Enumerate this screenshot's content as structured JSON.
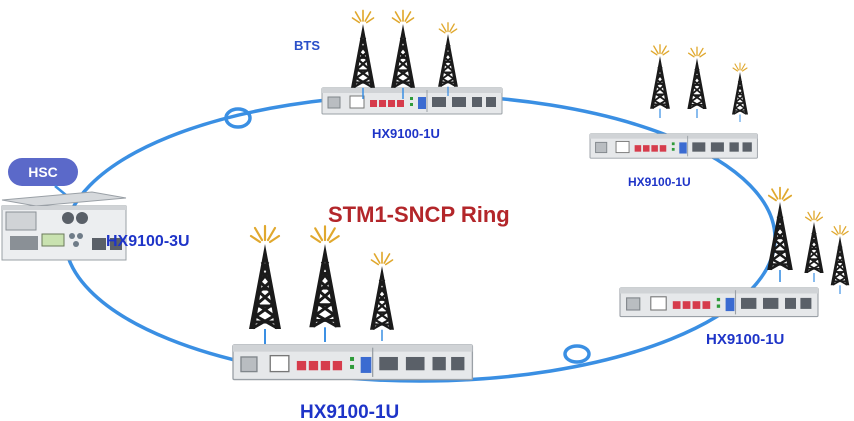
{
  "diagram": {
    "ring_title": "STM1-SNCP Ring",
    "bts_label": "BTS",
    "hsc_label": "HSC",
    "devices": {
      "main_3u": "HX9100-3U",
      "top_1u": "HX9100-1U",
      "right_top_1u": "HX9100-1U",
      "right_bottom_1u": "HX9100-1U",
      "bottom_1u": "HX9100-1U"
    }
  },
  "colors": {
    "ring": "#3a8fe3",
    "device_label": "#1e34c8",
    "ring_title": "#b3262a",
    "hsc_bubble": "#5b69c9",
    "tower": "#1a1a1a",
    "antenna_spark": "#e0a82e"
  },
  "icons": [
    "bts-tower-icon",
    "network-device-icon",
    "hsc-cloud-icon"
  ]
}
